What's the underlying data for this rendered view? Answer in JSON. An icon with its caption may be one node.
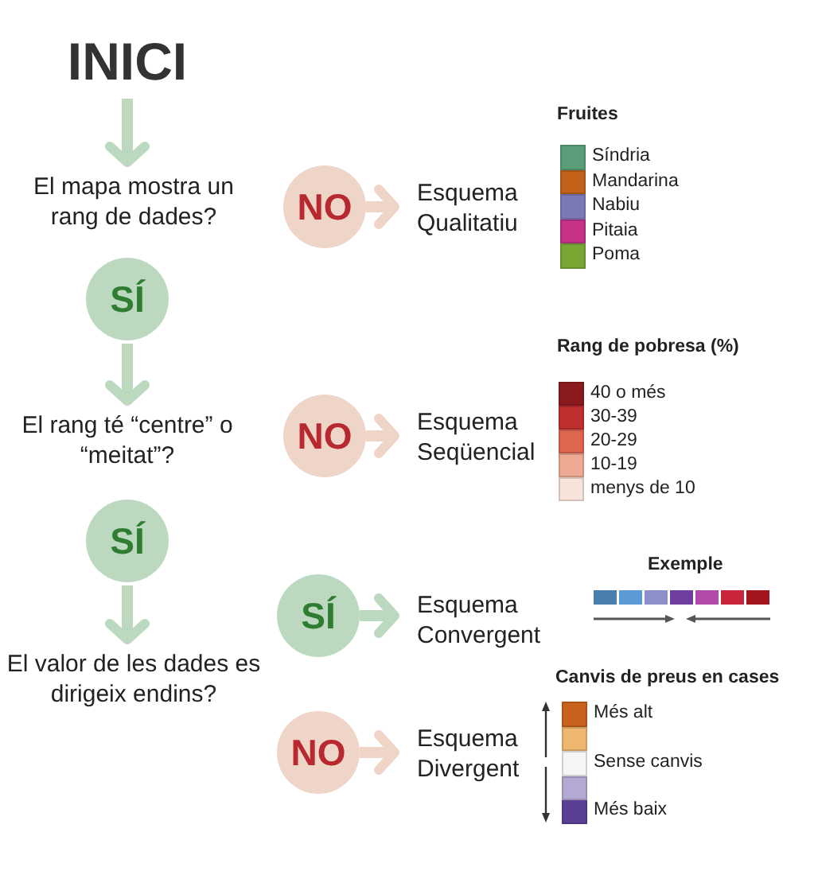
{
  "diagram": {
    "nodes": [
      {
        "text": [
          "INICI"
        ]
      },
      {
        "text": [
          "El mapa mostra un rang de dades?"
        ]
      },
      {
        "text": [
          "NO"
        ]
      },
      {
        "text": [
          "Esquema Qualitatiu"
        ]
      },
      {
        "text": [
          "SÍ"
        ]
      },
      {
        "text": [
          "El rang té “centre” o “meitat”?"
        ]
      },
      {
        "text": [
          "NO"
        ]
      },
      {
        "text": [
          "Esquema Seqüencial"
        ]
      },
      {
        "text": [
          "SÍ"
        ]
      },
      {
        "text": [
          "El valor de les dades es dirigeix endins?"
        ]
      },
      {
        "text": [
          "SÍ"
        ]
      },
      {
        "text": [
          "Esquema Convergent"
        ]
      },
      {
        "text": [
          "NO"
        ]
      },
      {
        "text": [
          "Esquema Divergent"
        ]
      }
    ],
    "edges": [
      {
        "from": 0,
        "to": 1,
        "arrow": "to"
      },
      {
        "from": 2,
        "to": 3,
        "arrow": "to",
        "color": "#efd5c8"
      },
      {
        "from": 4,
        "to": 5,
        "arrow": "to"
      },
      {
        "from": 6,
        "to": 7,
        "arrow": "to",
        "color": "#efd5c8"
      },
      {
        "from": 8,
        "to": 9,
        "arrow": "to"
      },
      {
        "from": 10,
        "to": 11,
        "arrow": "to"
      },
      {
        "from": 12,
        "to": 13,
        "arrow": "to",
        "color": "#efd5c8"
      }
    ],
    "labels": [
      "Fruites",
      "Rang de pobresa (%)",
      "Exemple",
      "Canvis de preus en cases"
    ],
    "legend": [
      {
        "text": "Síndria",
        "color": "#5a9e7a"
      },
      {
        "text": "Mandarina",
        "color": "#c4621a"
      },
      {
        "text": "Nabiu",
        "color": "#7b78b8"
      },
      {
        "text": "Pitaia",
        "color": "#c8338a"
      },
      {
        "text": "Poma",
        "color": "#7aa636"
      },
      {
        "text": "40 o més",
        "color": "#8b1a1f"
      },
      {
        "text": "30-39",
        "color": "#c0302e"
      },
      {
        "text": "20-29",
        "color": "#e0674f"
      },
      {
        "text": "10-19",
        "color": "#eeaa92"
      },
      {
        "text": "menys de 10",
        "color": "#f7e3da"
      },
      {
        "text": "Més alt",
        "color": "#c9621c"
      },
      {
        "text": "Sense canvis",
        "color": "#f5f5f5"
      },
      {
        "text": "Més baix",
        "color": "#5b3f97"
      }
    ]
  }
}
